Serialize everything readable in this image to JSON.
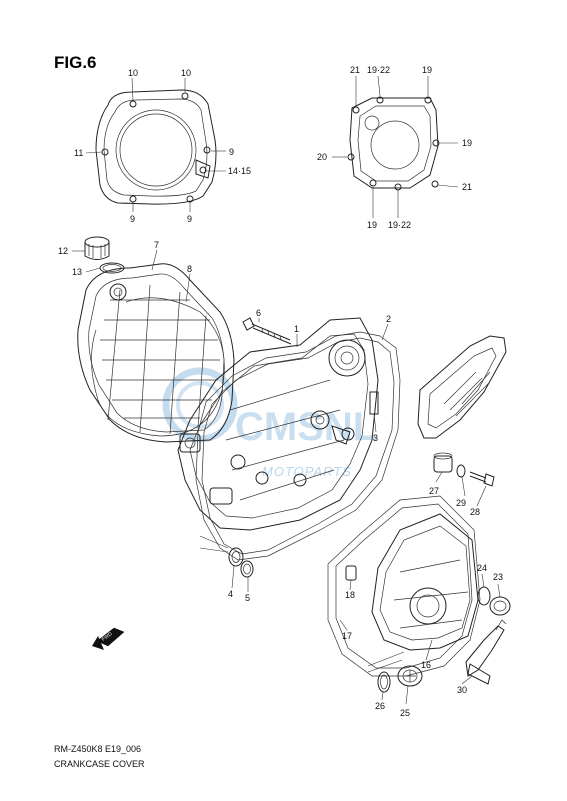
{
  "figure": {
    "title": "FIG.6",
    "model_code": "RM-Z450K8 E19_006",
    "caption": "CRANKCASE COVER"
  },
  "watermark": {
    "brand": "CMSNL",
    "tagline": "MOTOPARTS",
    "color": "#9cc4e4"
  },
  "callouts": {
    "c10a": "10",
    "c10b": "10",
    "c11": "11",
    "c9a": "9",
    "c9b": "9",
    "c9c": "9",
    "c14_15": "14·15",
    "c21a": "21",
    "c19_22a": "19·22",
    "c19a": "19",
    "c19b": "19",
    "c20": "20",
    "c21b": "21",
    "c19c": "19",
    "c19_22b": "19·22",
    "c12": "12",
    "c13": "13",
    "c7": "7",
    "c8": "8",
    "c6": "6",
    "c1": "1",
    "c2": "2",
    "c3": "3",
    "c4": "4",
    "c5": "5",
    "c27": "27",
    "c29": "29",
    "c28": "28",
    "c18": "18",
    "c17": "17",
    "c16": "16",
    "c24": "24",
    "c23": "23",
    "c26": "26",
    "c25": "25",
    "c30": "30"
  },
  "forward_marker": {
    "label": "FWD",
    "icon": "forward-arrow-icon"
  }
}
